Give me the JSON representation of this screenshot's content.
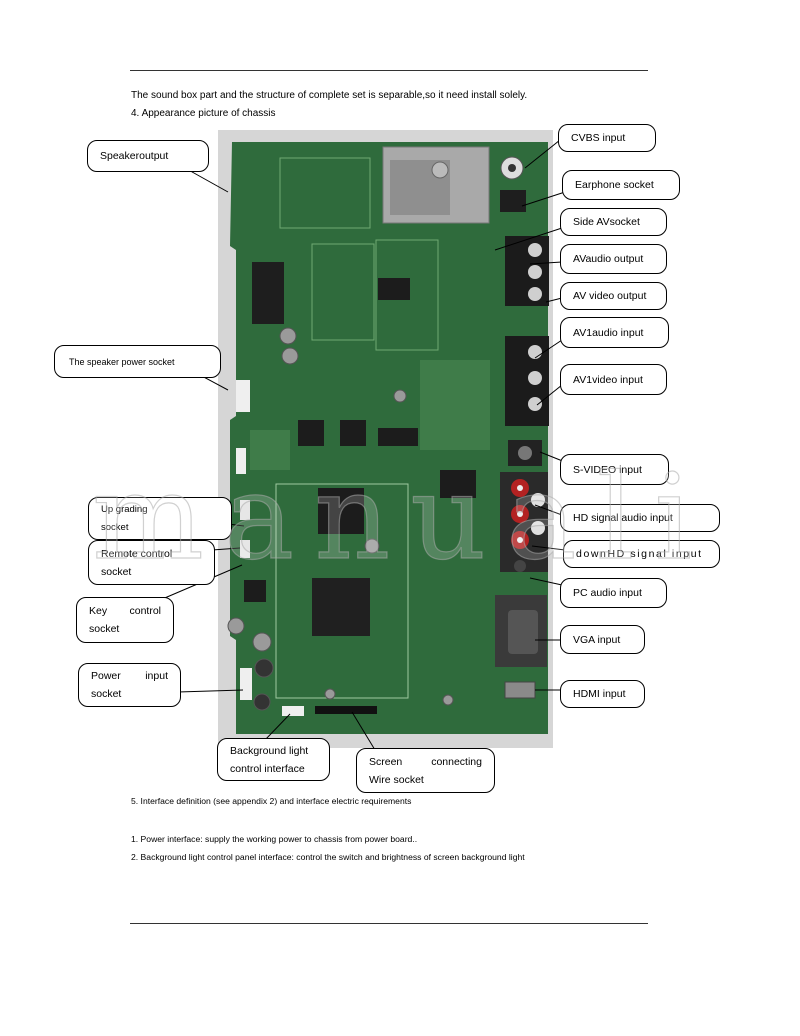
{
  "intro": {
    "line1": "The sound box part and the structure of complete set is separable,so it need install solely.",
    "heading4": "4. Appearance picture of chassis"
  },
  "figure": {
    "callouts": {
      "cvbs": "CVBS input",
      "speakeroutput": "Speakeroutput",
      "earphone": "Earphone socket",
      "side_av": "Side AVsocket",
      "avaudio_out": "AVaudio output",
      "avvideo_out": "AV video output",
      "av1audio_in": "AV1audio input",
      "speaker_power": "The speaker power socket",
      "av1video_in": "AV1video input",
      "svideo_in": "S-VIDEO input",
      "upgrading": {
        "line1": "Up grading",
        "line2": "socket"
      },
      "hd_audio": "HD signal audio input",
      "remote": {
        "line1": "Remote control",
        "line2": "socket"
      },
      "downhd": "downHD signal input",
      "pc_audio": "PC audio input",
      "key_control": {
        "line1": "Key control",
        "line2": "socket"
      },
      "vga": "VGA input",
      "power_input": {
        "line1": "Power input",
        "line2": "socket"
      },
      "hdmi": "HDMI input",
      "backlight": {
        "line1": "Background light",
        "line2": "control interface"
      },
      "screen": {
        "line1": "Screen connecting",
        "line2": "Wire socket"
      }
    },
    "colors": {
      "board": "#2f6b3c",
      "board_light": "#4f8a55",
      "photo_bg": "#d6d6d6"
    }
  },
  "section5": "5. Interface definition (see appendix 2) and interface electric requirements",
  "items": [
    "1. Power interface: supply the working power to chassis from power board..",
    "2. Background light control panel interface: control the switch and brightness of screen background light"
  ],
  "watermark": "manuali"
}
